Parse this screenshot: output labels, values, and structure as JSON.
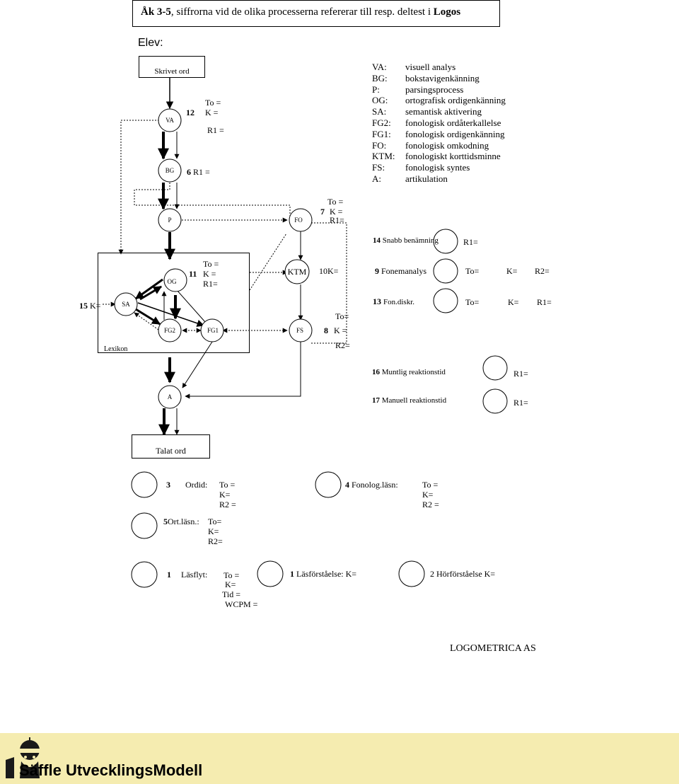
{
  "header": {
    "prefix": "Åk 3-5",
    "text": ", siffrorna vid de olika processerna refererar till resp. deltest i ",
    "logos": "Logos"
  },
  "student_label": "Elev:",
  "boxes": {
    "written_word": "Skrivet ord",
    "spoken_word": "Talat ord",
    "lexicon": "Lexikon"
  },
  "nodes": {
    "va": "VA",
    "bg": "BG",
    "p": "P",
    "fo": "FO",
    "og": "OG",
    "sa": "SA",
    "fg2": "FG2",
    "fg1": "FG1",
    "ktm": "KTM",
    "fs": "FS",
    "a": "A"
  },
  "legend": [
    {
      "key": "VA:",
      "value": "visuell analys"
    },
    {
      "key": "BG:",
      "value": "bokstavigenkänning"
    },
    {
      "key": "P:",
      "value": "parsingsprocess"
    },
    {
      "key": "OG:",
      "value": "ortografisk ordigenkänning"
    },
    {
      "key": "SA:",
      "value": "semantisk aktivering"
    },
    {
      "key": "FG2:",
      "value": "fonologisk ordåterkallelse"
    },
    {
      "key": "FG1:",
      "value": "fonologisk ordigenkänning"
    },
    {
      "key": "FO:",
      "value": "fonologisk omkodning"
    },
    {
      "key": "KTM:",
      "value": "fonologiskt korttidsminne"
    },
    {
      "key": "FS:",
      "value": "fonologisk syntes"
    },
    {
      "key": "A:",
      "value": "artikulation"
    }
  ],
  "annotations": {
    "t12_num": "12",
    "t12_to": "To =",
    "t12_k": "K =",
    "t12_r1": "R1 =",
    "t6_num": "6",
    "t6_r1": "R1 =",
    "t7_to": "To =",
    "t7_num": "7",
    "t7_k": "K =",
    "t7_r1": "R1=",
    "t11_to": "To =",
    "t11_num": "11",
    "t11_k": "K =",
    "t11_r1": "R1=",
    "t10": "10K=",
    "t15_num": "15",
    "t15_k": "K=",
    "t8_to": "To=",
    "t8_num": "8",
    "t8_k": "K =",
    "t8_r2": "R2="
  },
  "right_tests": {
    "t14_num": "14",
    "t14_label": "Snabb benämning",
    "t14_r1": "R1=",
    "t9_num": "9",
    "t9_label": "Fonemanalys",
    "t9_to": "To=",
    "t9_k": "K=",
    "t9_r2": "R2=",
    "t13_num": "13",
    "t13_label": "Fon.diskr.",
    "t13_to": "To=",
    "t13_k": "K=",
    "t13_r1": "R1=",
    "t16_num": "16",
    "t16_label": "Muntlig reaktionstid",
    "t16_r1": "R1=",
    "t17_num": "17",
    "t17_label": "Manuell reaktionstid",
    "t17_r1": "R1="
  },
  "bottom_tests": {
    "t3_num": "3",
    "t3_label": "Ordid:",
    "t3_to": "To =",
    "t3_k": "K=",
    "t3_r2": "R2 =",
    "t4_num": "4",
    "t4_label": "Fonolog.läsn:",
    "t4_to": "To =",
    "t4_k": "K=",
    "t4_r2": "R2 =",
    "t5_num": "5",
    "t5_label": "Ort.läsn.:",
    "t5_to": "To=",
    "t5_k": "K=",
    "t5_r2": "R2=",
    "t1_num": "1",
    "t1_label": "Läsflyt:",
    "t1_to": "To =",
    "t1_k": "K=",
    "t1_tid": "Tid =",
    "t1_wcpm": "WCPM =",
    "t1b_num": "1",
    "t1b_label": "Läsförståelse: K=",
    "t2_num": "2",
    "t2_label": "Hörförståelse  K="
  },
  "company": "LOGOMETRICA AS",
  "footer": {
    "brand": "Säffle UtvecklingsModell",
    "footer_color": "#f5ecb0"
  }
}
